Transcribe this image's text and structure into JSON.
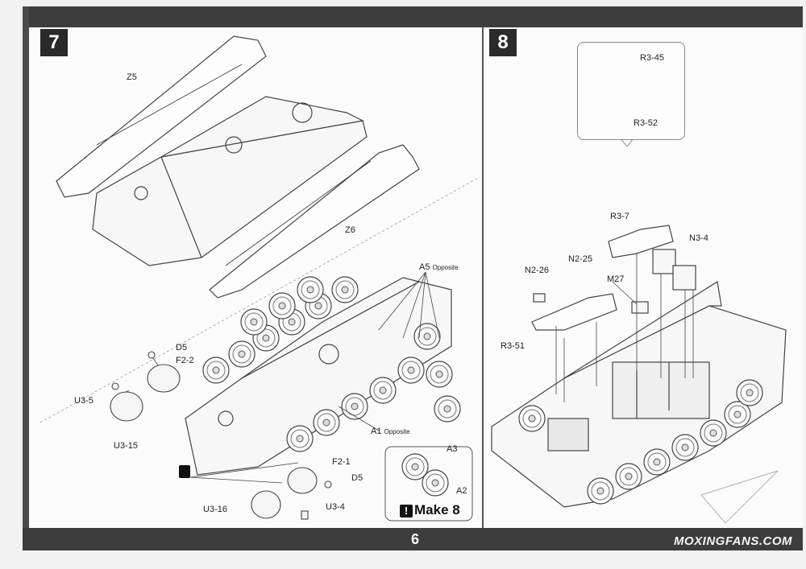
{
  "page": {
    "number": "6"
  },
  "steps": [
    {
      "number": "7",
      "labels": {
        "z5": "Z5",
        "z6": "Z6",
        "a5": "A5",
        "a5_note": "Opposite",
        "d5_top": "D5",
        "f2_2": "F2-2",
        "u3_5": "U3-5",
        "u3_15": "U3-15",
        "a1": "A1",
        "a1_note": "Opposite",
        "a3": "A3",
        "a2": "A2",
        "f2_1": "F2-1",
        "d5_bottom": "D5",
        "u3_16": "U3-16",
        "u3_4": "U3-4",
        "make": "Make 8"
      }
    },
    {
      "number": "8",
      "labels": {
        "r3_45": "R3-45",
        "r3_52": "R3-52",
        "r3_7": "R3-7",
        "n3_4": "N3-4",
        "n2_26": "N2-26",
        "n2_25": "N2-25",
        "m27": "M27",
        "r3_51": "R3-51"
      }
    }
  ],
  "watermark": "MOXINGFANS.COM",
  "colors": {
    "band": "#3d3d3d",
    "step_box": "#2a2a2a",
    "line": "#444444"
  }
}
